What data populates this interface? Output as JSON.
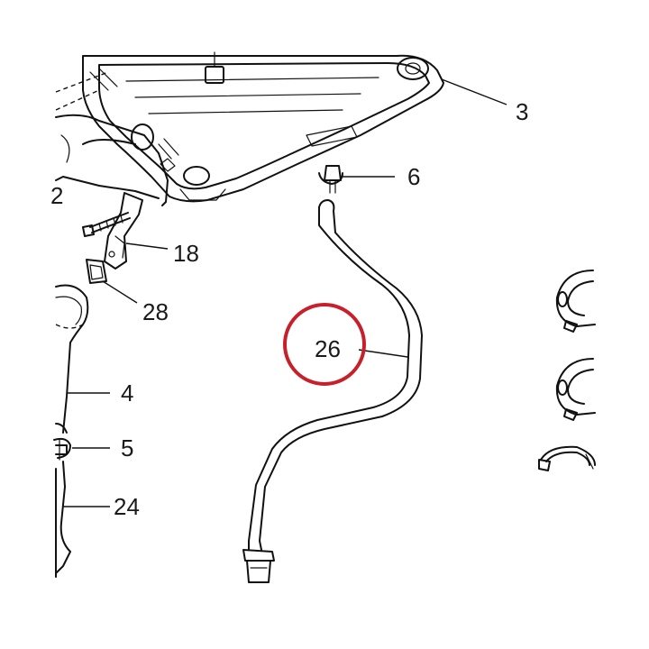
{
  "callouts": {
    "p2": "2",
    "p3": "3",
    "p4": "4",
    "p5": "5",
    "p6": "6",
    "p18": "18",
    "p24": "24",
    "p26": "26",
    "p28": "28"
  },
  "highlight": {
    "target_part": "26",
    "ring_color": "#c8202a"
  },
  "icons": {
    "mounting_bracket": "bracket-clip-icon",
    "hose_clamp": "hose-clamp-icon"
  }
}
